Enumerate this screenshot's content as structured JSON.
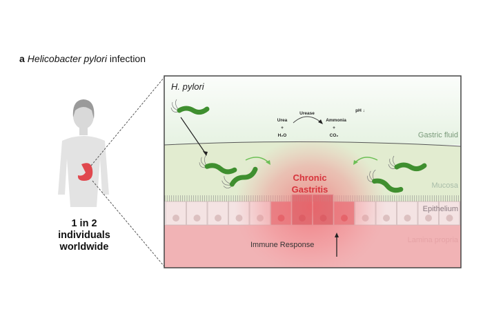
{
  "panel": {
    "letter": "a",
    "title_italic": "Helicobacter pylori",
    "title_rest": "infection"
  },
  "stat": {
    "line1": "1 in 2",
    "line2": "individuals",
    "line3": "worldwide"
  },
  "diagram": {
    "organism": "H. pylori",
    "reaction": {
      "enzyme": "Urease",
      "reactant1": "Urea",
      "plus1": "+",
      "reactant2": "H₂O",
      "product1": "Ammonia",
      "plus2": "+",
      "product2": "CO₂",
      "ph": "pH ↓"
    },
    "layers": {
      "gastric_fluid": "Gastric fluid",
      "mucosa": "Mucosa",
      "epithelium": "Epithelium",
      "lamina_propria": "Lamina propria"
    },
    "condition_line1": "Chronic",
    "condition_line2": "Gastritis",
    "immune": "Immune Response",
    "colors": {
      "bacteria": "#3f8f2f",
      "inflammation": "#e0444c",
      "mucosa": "#e2ecd0",
      "lamina": "#f1b3b5"
    }
  }
}
